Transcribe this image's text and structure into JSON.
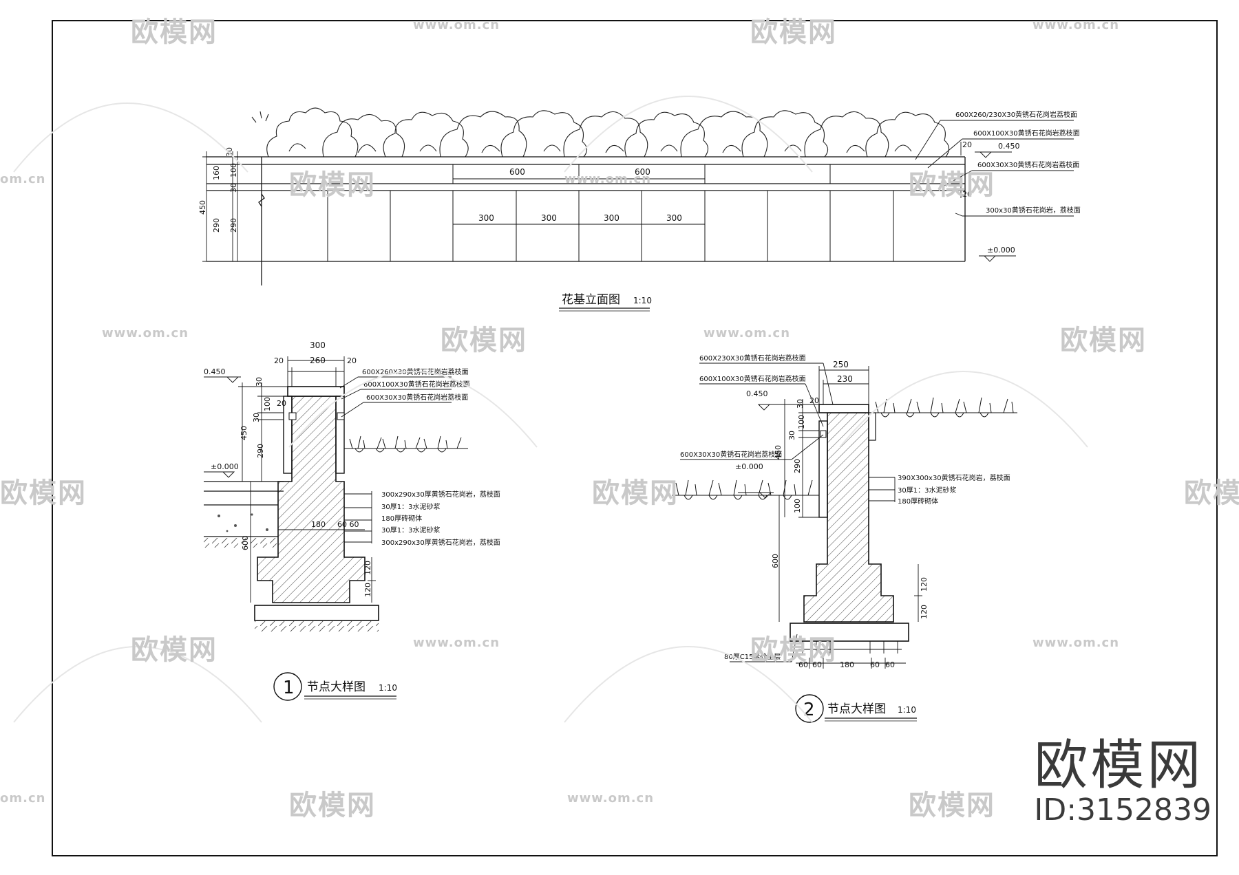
{
  "elevation": {
    "title": "花基立面图",
    "scale": "1:10",
    "dims": {
      "h30": "30",
      "h160": "160",
      "h100": "100",
      "h30b": "30",
      "h450": "450",
      "h290": "290",
      "h290b": "290",
      "w600a": "600",
      "w600b": "600",
      "w300a": "300",
      "w300b": "300",
      "w300c": "300",
      "w300d": "300",
      "r20a": "20",
      "r20b": "20"
    },
    "levels": {
      "top": "0.450",
      "ground": "±0.000"
    },
    "callouts": [
      "600X260/230X30黄锈石花岗岩荔枝面",
      "600X100X30黄锈石花岗岩荔枝面",
      "600X30X30黄锈石花岗岩荔枝面",
      "300x30黄锈石花岗岩，荔枝面"
    ]
  },
  "detail1": {
    "number": "1",
    "title": "节点大样图",
    "scale": "1:10",
    "dims": {
      "w300": "300",
      "w260": "260",
      "w20a": "20",
      "w20b": "20",
      "h30": "30",
      "h100": "100",
      "h20": "20",
      "h30b": "30",
      "h450": "450",
      "h290": "290",
      "h600": "600",
      "h120a": "120",
      "h120b": "120",
      "w180": "180",
      "w6060": "60 60"
    },
    "levels": {
      "top": "0.450",
      "ground": "±0.000"
    },
    "callouts_top": [
      "600X260X30黄锈石花岗岩荔枝面",
      "600X100X30黄锈石花岗岩荔枝面",
      "600X30X30黄锈石花岗岩荔枝面"
    ],
    "callouts_side": [
      "300x290x30厚黄锈石花岗岩，荔枝面",
      "30厚1：3水泥砂浆",
      "180厚砖砌体",
      "30厚1：3水泥砂浆",
      "300x290x30厚黄锈石花岗岩，荔枝面"
    ]
  },
  "detail2": {
    "number": "2",
    "title": "节点大样图",
    "scale": "1:10",
    "dims": {
      "w250": "250",
      "w230": "230",
      "w20": "20",
      "h30": "30",
      "h100": "100",
      "h30b": "30",
      "h450": "450",
      "h290": "290",
      "h100b": "100",
      "h600": "600",
      "h120a": "120",
      "h120b": "120",
      "b60a": "60",
      "b60b": "60",
      "b180": "180",
      "b60c": "60",
      "b60d": "60"
    },
    "levels": {
      "top": "0.450",
      "ground": "±0.000"
    },
    "callouts_top": [
      "600X230X30黄锈石花岗岩荔枝面",
      "600X100X30黄锈石花岗岩荔枝面",
      "600X30X30黄锈石花岗岩荔枝面"
    ],
    "callouts_side": [
      "390X300x30黄锈石花岗岩，荔枝面",
      "30厚1：3水泥砂浆",
      "180厚砖砌体"
    ],
    "callout_base": "80厚C15素砼垫层"
  },
  "watermarks": {
    "brand_cn": "欧模网",
    "url": "www.om.cn",
    "url_short": "om.cn"
  },
  "brand": {
    "name": "欧模网",
    "id": "ID:3152839"
  }
}
